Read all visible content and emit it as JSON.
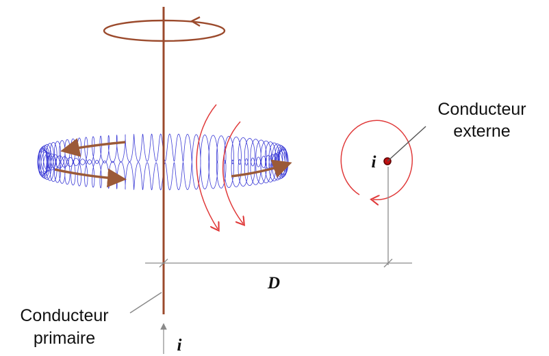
{
  "labels": {
    "external_conductor_line1": "Conducteur",
    "external_conductor_line2": "externe",
    "primary_conductor_line1": "Conducteur",
    "primary_conductor_line2": "primaire",
    "distance": "D",
    "current_primary": "i",
    "current_external": "i"
  },
  "colors": {
    "conductor": "#9b4a2c",
    "coil": "#3a3ad6",
    "field_loop": "#e03a3a",
    "dimension": "#8a8a8a",
    "arrow": "#9b5a38",
    "text": "#111111"
  },
  "icons": {
    "coil": "toroidal-coil",
    "field_loop": "circular-arrow"
  }
}
